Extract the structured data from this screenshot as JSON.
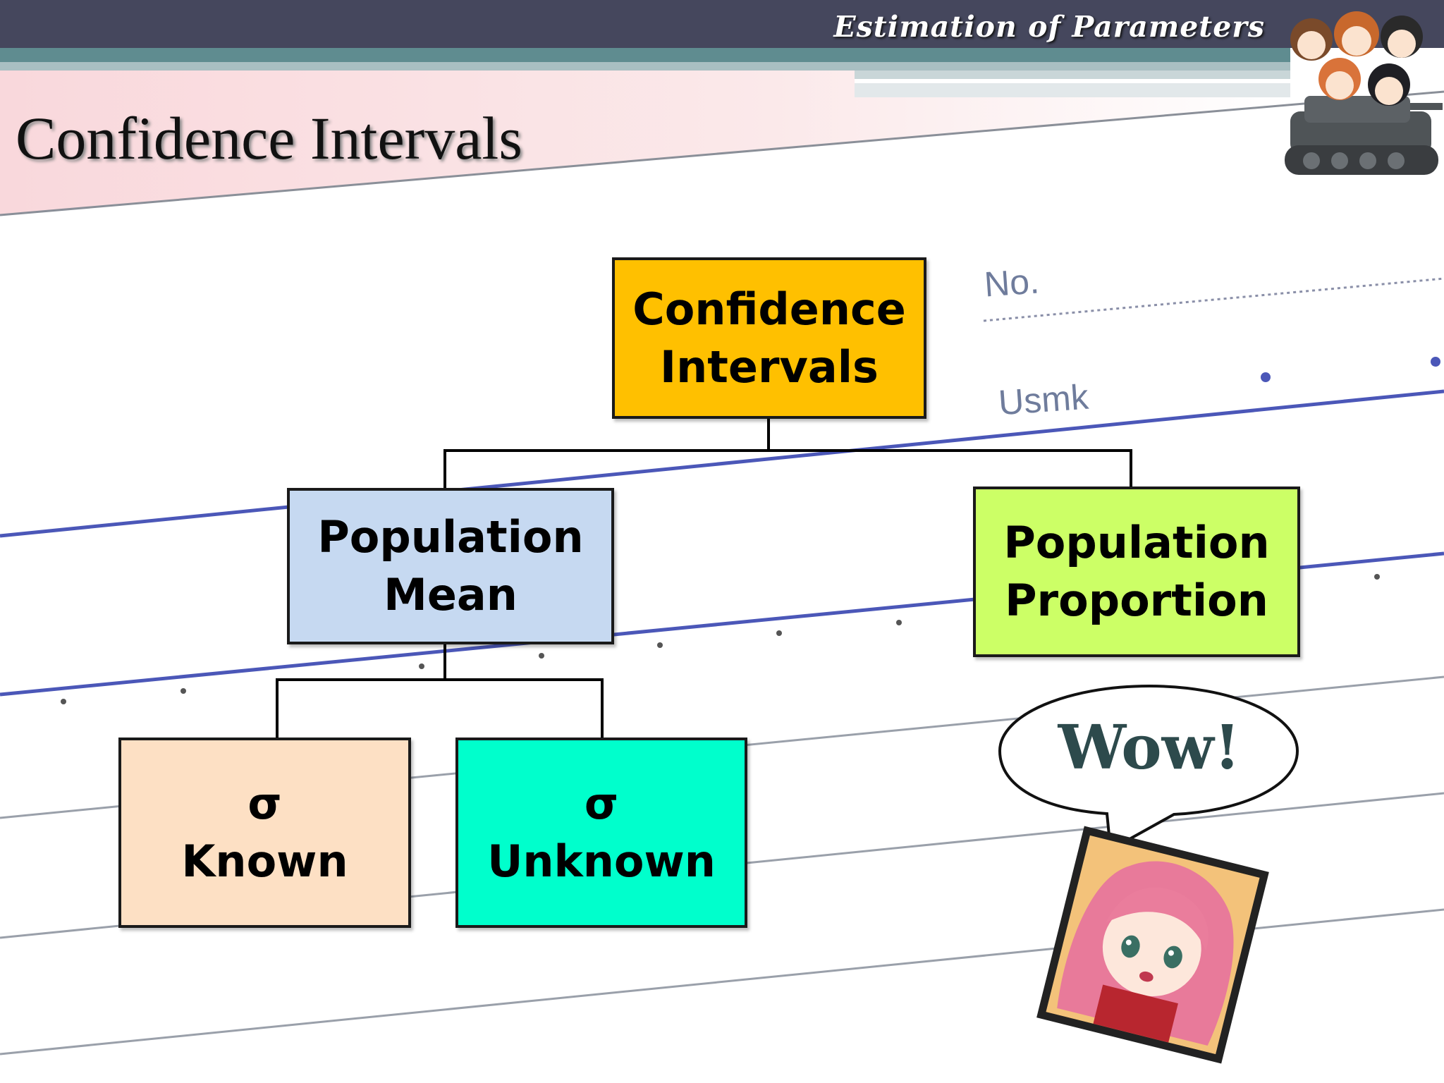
{
  "header": {
    "subject": "Estimation of Parameters"
  },
  "slide": {
    "title": "Confidence Intervals"
  },
  "notebook": {
    "no_label": "No.",
    "brand": "Usmk"
  },
  "diagram": {
    "root": {
      "line1": "Confidence",
      "line2": "Intervals",
      "color": "#ffc000"
    },
    "mean": {
      "line1": "Population",
      "line2": "Mean",
      "color": "#c6d9f1"
    },
    "proportion": {
      "line1": "Population",
      "line2": "Proportion",
      "color": "#ccff66"
    },
    "known": {
      "line1": "σ",
      "line2": "Known",
      "color": "#fde0c4"
    },
    "unknown": {
      "line1": "σ",
      "line2": "Unknown",
      "color": "#00ffcc"
    }
  },
  "speech_bubble": {
    "text": "Wow!"
  }
}
